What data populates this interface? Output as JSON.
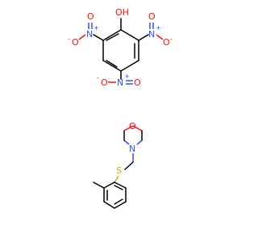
{
  "colors": {
    "oxygen": "#ff0d0d",
    "nitrogen": "#3050f8",
    "sulfur": "#b8b800",
    "carbon": "#000000",
    "background": "#ffffff"
  },
  "labels": {
    "hydroxyl": "OH",
    "n_left": "N",
    "n_right": "N",
    "n_bottom": "N",
    "o_left_minus": "O",
    "o_left_double": "O",
    "o_right_double": "O",
    "o_right_minus": "O",
    "o_bottom_minus": "O",
    "o_bottom_double": "O",
    "morpholine_o": "O",
    "morpholine_n": "N",
    "sulfur": "S",
    "plus": "+",
    "minus": "-"
  }
}
